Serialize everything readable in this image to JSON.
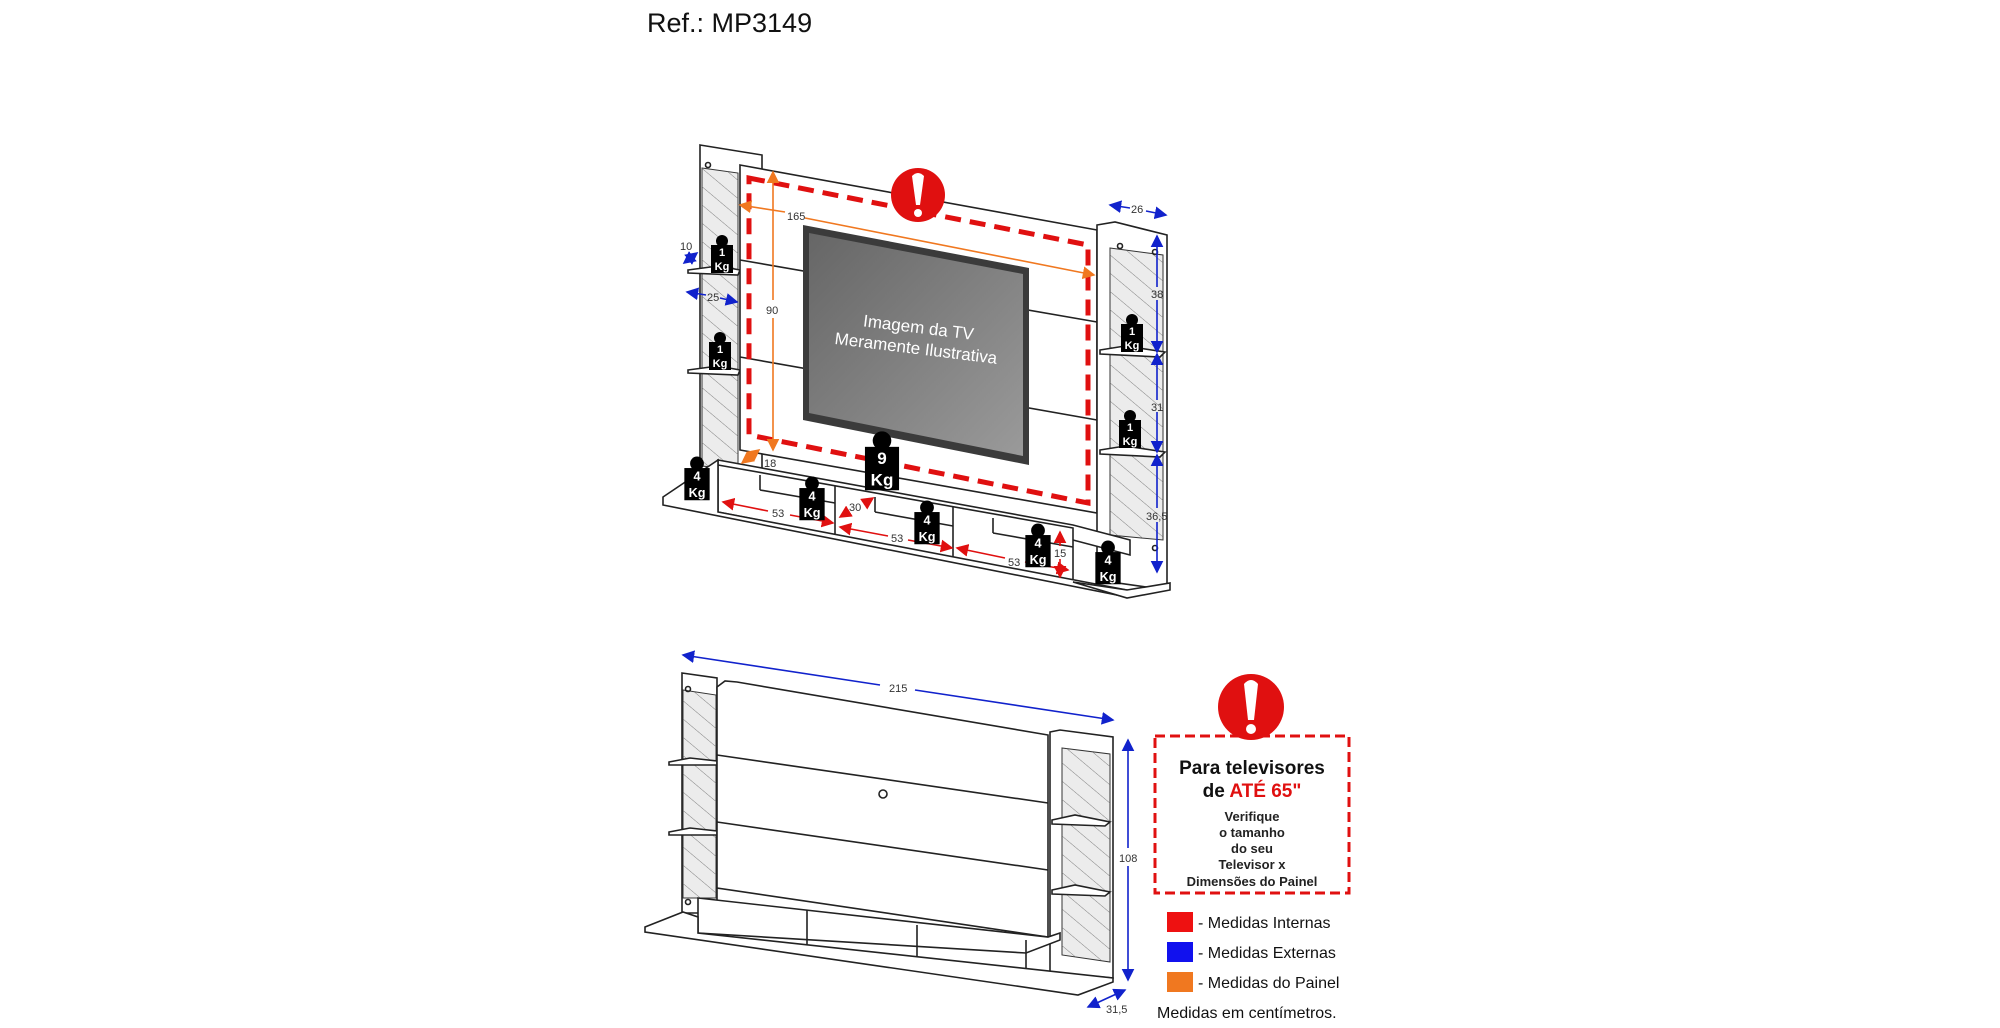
{
  "header": {
    "reference": "Ref.: MP3149"
  },
  "top_view": {
    "tv_caption_line1": "Imagem da TV",
    "tv_caption_line2": "Meramente Ilustrativa",
    "dimensions": {
      "panel_width": "165",
      "panel_height": "90",
      "panel_depth": "18",
      "left_shelf_front": "10",
      "left_shelf_depth": "25",
      "right_tower_width": "26",
      "right_gap_top": "38",
      "right_gap_middle": "31",
      "right_gap_bottom": "36,5",
      "niche_1_width": "53",
      "niche_2_width": "53",
      "niche_3_width": "53",
      "niche_depth": "30",
      "niche_height": "15"
    },
    "weights": [
      {
        "value": "1",
        "unit": "Kg"
      },
      {
        "value": "1",
        "unit": "Kg"
      },
      {
        "value": "4",
        "unit": "Kg"
      },
      {
        "value": "9",
        "unit": "Kg"
      },
      {
        "value": "4",
        "unit": "Kg"
      },
      {
        "value": "4",
        "unit": "Kg"
      },
      {
        "value": "4",
        "unit": "Kg"
      },
      {
        "value": "4",
        "unit": "Kg"
      },
      {
        "value": "1",
        "unit": "Kg"
      },
      {
        "value": "1",
        "unit": "Kg"
      }
    ]
  },
  "bottom_view": {
    "dimensions": {
      "total_width": "215",
      "total_height": "108",
      "total_depth": "31,5"
    }
  },
  "notice": {
    "title_line1": "Para televisores",
    "title_line2_prefix": "de ",
    "title_line2_highlight": "ATÉ 65\"",
    "body": [
      "Verifique",
      "o tamanho",
      "do seu",
      "Televisor x",
      "Dimensões do Painel"
    ]
  },
  "legend": {
    "items": [
      {
        "label": "- Medidas Internas",
        "color": "#ee1111"
      },
      {
        "label": "- Medidas Externas",
        "color": "#1111ee"
      },
      {
        "label": "- Medidas do Painel",
        "color": "#f07820"
      }
    ],
    "units_note": "Medidas em centímetros."
  },
  "colors": {
    "warning": "#e01010",
    "internal": "#ee1111",
    "external": "#1111ee",
    "panel": "#f07820"
  }
}
